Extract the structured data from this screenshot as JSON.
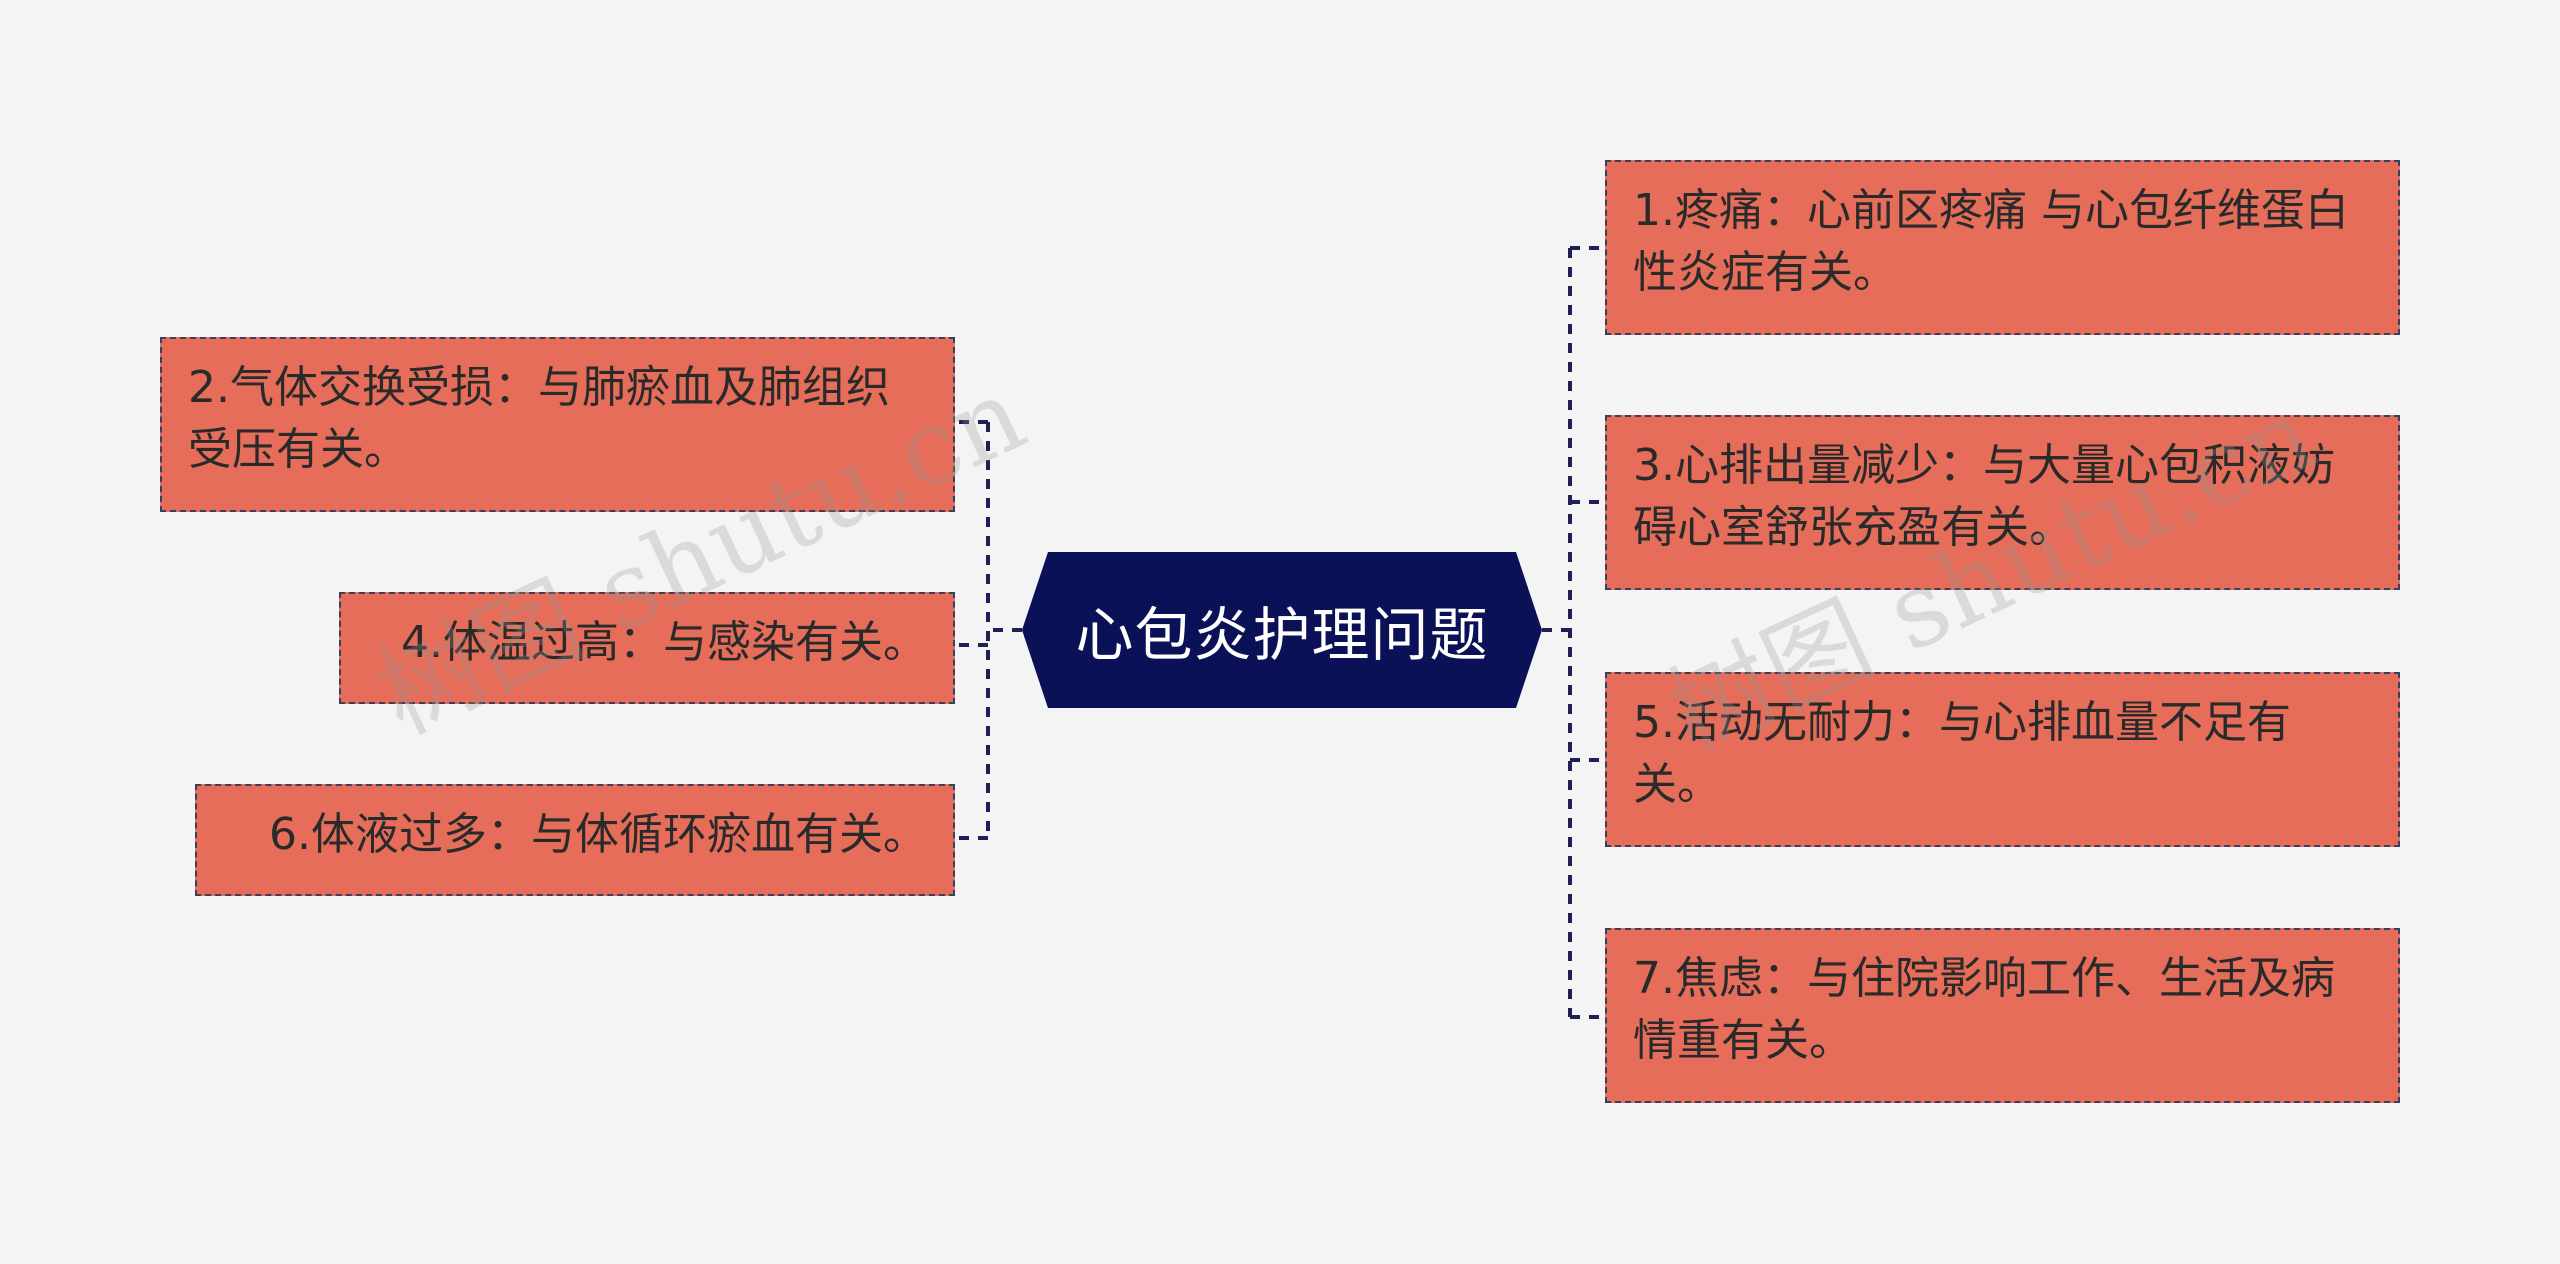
{
  "colors": {
    "background": "#f4f4f4",
    "center_fill": "#0b1157",
    "topic_fill": "#e56d59",
    "topic_border": "#3a3f5c",
    "connector": "#1c2052"
  },
  "diagram": {
    "center": {
      "label": "心包炎护理问题"
    },
    "left_topics": [
      {
        "label": "2.气体交换受损：与肺瘀血及肺组织受压有关。"
      },
      {
        "label": "4.体温过高：与感染有关。"
      },
      {
        "label": "6.体液过多：与体循环瘀血有关。"
      }
    ],
    "right_topics": [
      {
        "label": "1.疼痛：心前区疼痛 与心包纤维蛋白性炎症有关。"
      },
      {
        "label": "3.心排出量减少：与大量心包积液妨碍心室舒张充盈有关。"
      },
      {
        "label": "5.活动无耐力：与心排血量不足有关。"
      },
      {
        "label": "7.焦虑：与住院影响工作、生活及病情重有关。"
      }
    ]
  },
  "watermark": {
    "text": "树图 shutu.cn"
  }
}
